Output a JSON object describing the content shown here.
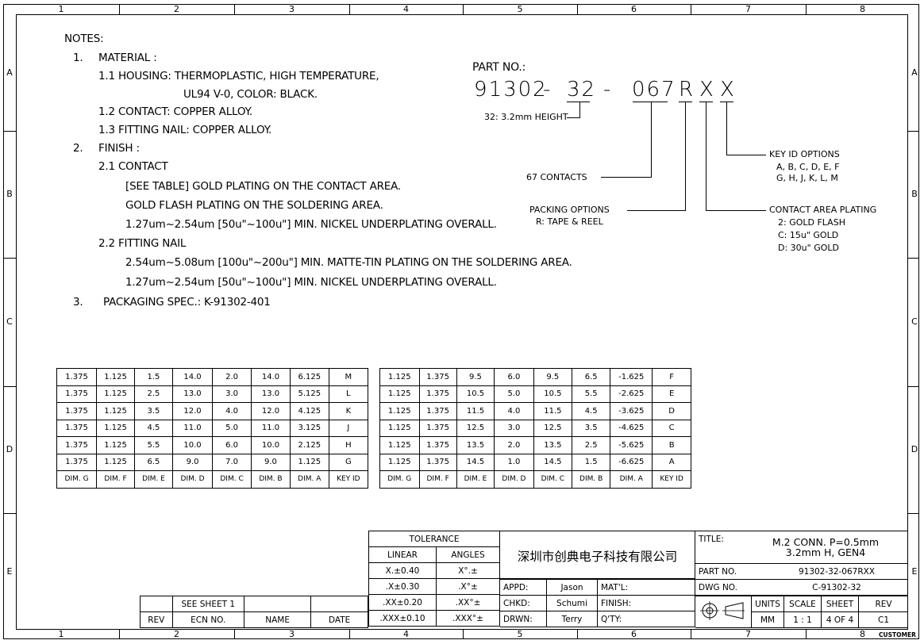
{
  "border": {
    "columns": [
      "1",
      "2",
      "3",
      "4",
      "5",
      "6",
      "7",
      "8"
    ],
    "rows": [
      "A",
      "B",
      "C",
      "D",
      "E"
    ]
  },
  "notes": {
    "heading": "NOTES:",
    "lines": [
      "1.",
      "MATERIAL :",
      "1.1 HOUSING: THERMOPLASTIC, HIGH TEMPERATURE,",
      "UL94 V-0, COLOR: BLACK.",
      "1.2 CONTACT: COPPER ALLOY.",
      "1.3 FITTING NAIL: COPPER ALLOY.",
      "2.",
      "FINISH :",
      "2.1 CONTACT",
      "[SEE TABLE] GOLD PLATING ON THE CONTACT AREA.",
      "GOLD FLASH PLATING ON THE SOLDERING AREA.",
      "1.27um~2.54um [50u\"~100u\"] MIN. NICKEL UNDERPLATING OVERALL.",
      "2.2 FITTING NAIL",
      "2.54um~5.08um [100u\"~200u\"] MIN. MATTE-TIN PLATING ON THE SOLDERING AREA.",
      "1.27um~2.54um [50u\"~100u\"] MIN. NICKEL UNDERPLATING OVERALL.",
      "3.",
      "PACKAGING SPEC.:  K-91302-401"
    ]
  },
  "part_no": {
    "label": "PART NO.:",
    "base": "91302",
    "dash1": "-",
    "height": "32",
    "dash2": "-",
    "contacts": "067",
    "packing": "R",
    "plating": "X",
    "key": "X",
    "height_desc": "32: 3.2mm HEIGHT",
    "contacts_desc": "67 CONTACTS",
    "packing_title": "PACKING OPTIONS",
    "packing_desc": "R: TAPE & REEL",
    "key_title": "KEY ID OPTIONS",
    "key_line1": "A, B, C, D, E, F",
    "key_line2": "G, H, J, K, L, M",
    "plating_title": "CONTACT AREA PLATING",
    "plating_1": "2: GOLD FLASH",
    "plating_2": "C: 15u\" GOLD",
    "plating_3": "D: 30u\" GOLD"
  },
  "table_left": {
    "rows": [
      [
        "1.375",
        "1.125",
        "1.5",
        "14.0",
        "2.0",
        "14.0",
        "6.125",
        "M"
      ],
      [
        "1.375",
        "1.125",
        "2.5",
        "13.0",
        "3.0",
        "13.0",
        "5.125",
        "L"
      ],
      [
        "1.375",
        "1.125",
        "3.5",
        "12.0",
        "4.0",
        "12.0",
        "4.125",
        "K"
      ],
      [
        "1.375",
        "1.125",
        "4.5",
        "11.0",
        "5.0",
        "11.0",
        "3.125",
        "J"
      ],
      [
        "1.375",
        "1.125",
        "5.5",
        "10.0",
        "6.0",
        "10.0",
        "2.125",
        "H"
      ],
      [
        "1.375",
        "1.125",
        "6.5",
        "9.0",
        "7.0",
        "9.0",
        "1.125",
        "G"
      ]
    ],
    "headers": [
      "DIM. G",
      "DIM. F",
      "DIM. E",
      "DIM. D",
      "DIM. C",
      "DIM. B",
      "DIM. A",
      "KEY ID"
    ]
  },
  "table_right": {
    "rows": [
      [
        "1.125",
        "1.375",
        "9.5",
        "6.0",
        "9.5",
        "6.5",
        "-1.625",
        "F"
      ],
      [
        "1.125",
        "1.375",
        "10.5",
        "5.0",
        "10.5",
        "5.5",
        "-2.625",
        "E"
      ],
      [
        "1.125",
        "1.375",
        "11.5",
        "4.0",
        "11.5",
        "4.5",
        "-3.625",
        "D"
      ],
      [
        "1.125",
        "1.375",
        "12.5",
        "3.0",
        "12.5",
        "3.5",
        "-4.625",
        "C"
      ],
      [
        "1.125",
        "1.375",
        "13.5",
        "2.0",
        "13.5",
        "2.5",
        "-5.625",
        "B"
      ],
      [
        "1.125",
        "1.375",
        "14.5",
        "1.0",
        "14.5",
        "1.5",
        "-6.625",
        "A"
      ]
    ],
    "headers": [
      "DIM. G",
      "DIM. F",
      "DIM. E",
      "DIM. D",
      "DIM. C",
      "DIM. B",
      "DIM. A",
      "KEY ID"
    ]
  },
  "title_block": {
    "tolerance": "TOLERANCE",
    "linear": "LINEAR",
    "angles": "ANGLES",
    "tol_rows": [
      [
        "X.±0.40",
        "X°.±"
      ],
      [
        ".X±0.30",
        ".X°±"
      ],
      [
        ".XX±0.20",
        ".XX°±"
      ],
      [
        ".XXX±0.10",
        ".XXX°±"
      ]
    ],
    "company": "深圳市创典电子科技有限公司",
    "appd_label": "APPD:",
    "appd": "Jason",
    "chkd_label": "CHKD:",
    "chkd": "Schumi",
    "drwn_label": "DRWN:",
    "drwn": "Terry",
    "matl_label": "MAT'L:",
    "finish_label": "FINISH:",
    "qty_label": "Q'TY:",
    "title_label": "TITLE:",
    "title_1": "M.2  CONN.  P=0.5mm",
    "title_2": "3.2mm  H,  GEN4",
    "partno_label": "PART  NO.",
    "partno": "91302-32-067RXX",
    "dwgno_label": "DWG  NO.",
    "dwgno": "C-91302-32",
    "units_label": "UNITS",
    "units": "MM",
    "scale_label": "SCALE",
    "scale": "1 : 1",
    "sheet_label": "SHEET",
    "sheet": "4 OF 4",
    "rev_label": "REV",
    "rev": "C1",
    "customer": "CUSTOMER",
    "rev_block": {
      "see_sheet": "SEE SHEET 1",
      "rev": "REV",
      "ecn": "ECN NO.",
      "name": "NAME",
      "date": "DATE"
    }
  }
}
